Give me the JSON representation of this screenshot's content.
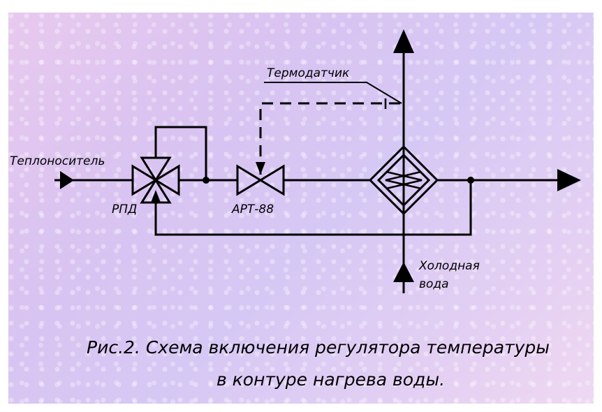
{
  "labels": {
    "heat_carrier": "Теплоноситель",
    "thermosensor": "Термодатчик",
    "rpd": "РПД",
    "art88": "АРТ-88",
    "cold_water_line1": "Холодная",
    "cold_water_line2": "вода"
  },
  "caption": {
    "line1": "Рис.2. Схема включения регулятора температуры",
    "line2": "в контуре нагрева воды."
  },
  "colors": {
    "line": "#000000",
    "background": "#dcc6f2"
  }
}
